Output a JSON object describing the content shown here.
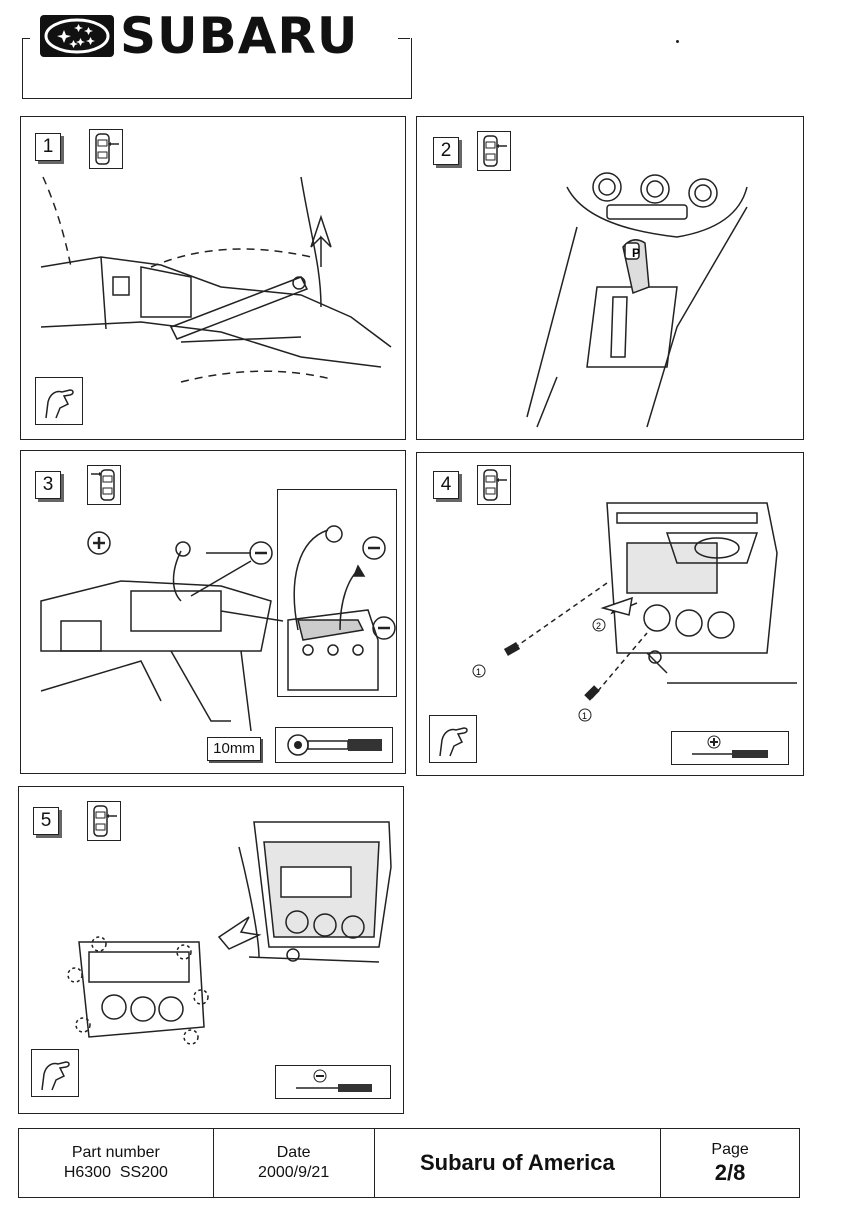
{
  "header": {
    "brand": "SUBARU"
  },
  "steps": [
    {
      "number": "1"
    },
    {
      "number": "2"
    },
    {
      "number": "3",
      "socket_size": "10mm"
    },
    {
      "number": "4"
    },
    {
      "number": "5"
    }
  ],
  "footer": {
    "part_number_label": "Part number",
    "part_number_value": "H6300  SS200",
    "date_label": "Date",
    "date_value": "2000/9/21",
    "company": "Subaru of America",
    "page_label": "Page",
    "page_value": "2/8"
  }
}
